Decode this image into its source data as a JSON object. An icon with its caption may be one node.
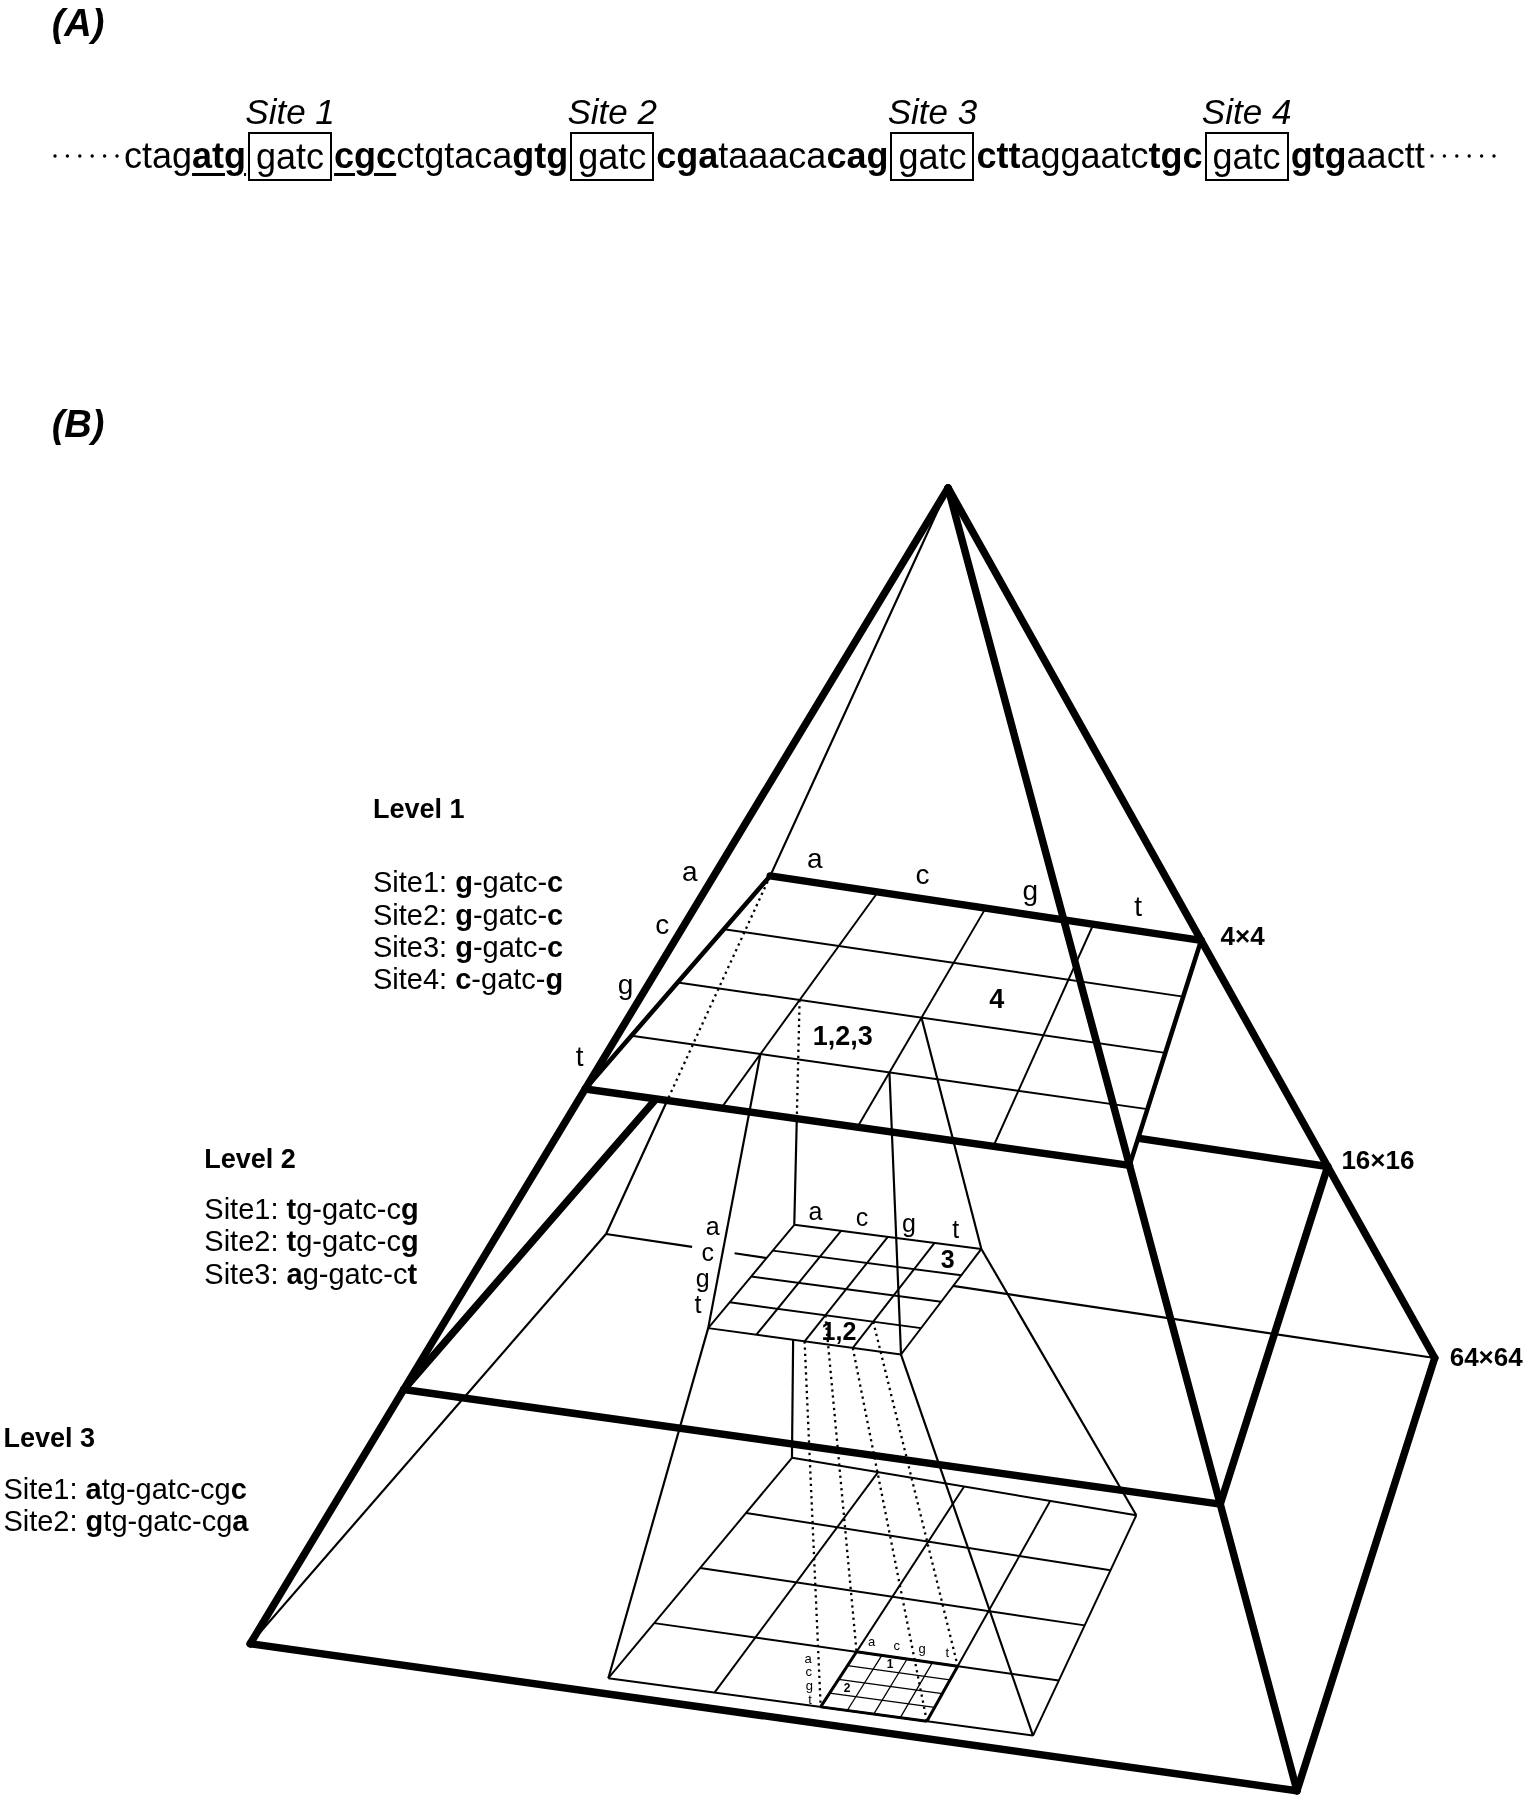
{
  "diagram": {
    "nodes": [
      {
        "text": [
          "gatc"
        ],
        "beside": [
          "Site 1"
        ]
      },
      {
        "text": [
          "gatc"
        ],
        "beside": [
          "Site 2"
        ]
      },
      {
        "text": [
          "gatc"
        ],
        "beside": [
          "Site 3"
        ]
      },
      {
        "text": [
          "gatc"
        ],
        "beside": [
          "Site 4"
        ]
      }
    ],
    "labels": [
      "(A)",
      "ctag**atg**",
      "**cgc**ctgtaca**gtg**",
      "**cga**taaaca**cag**",
      "**ctt**aggaatc**tgc**",
      "**gtg**aactt",
      "(B)",
      "Level 1",
      "Site1: **g**-gatc-**c**",
      "Site2: **g**-gatc-**c**",
      "Site3: **g**-gatc-**c**",
      "Site4: **c**-gatc-**g**",
      "a",
      "a",
      "c",
      "g",
      "t",
      "c",
      "g",
      "t",
      "4",
      "1,2,3",
      "4×4",
      "Level 2",
      "Site1: **t**g-gatc-c**g**",
      "Site2: **t**g-gatc-c**g**",
      "Site3: **a**g-gatc-c**t**",
      "a",
      "a",
      "c",
      "g",
      "t",
      "c",
      "g",
      "t",
      "3",
      "1,2",
      "16×16",
      "64×64",
      "Level 3",
      "Site1: **a**tg-gatc-cg**c**",
      "Site2: **g**tg-gatc-cg**a**",
      "a",
      "c",
      "g",
      "t",
      "a",
      "c",
      "g",
      "t",
      "1",
      "2"
    ]
  }
}
